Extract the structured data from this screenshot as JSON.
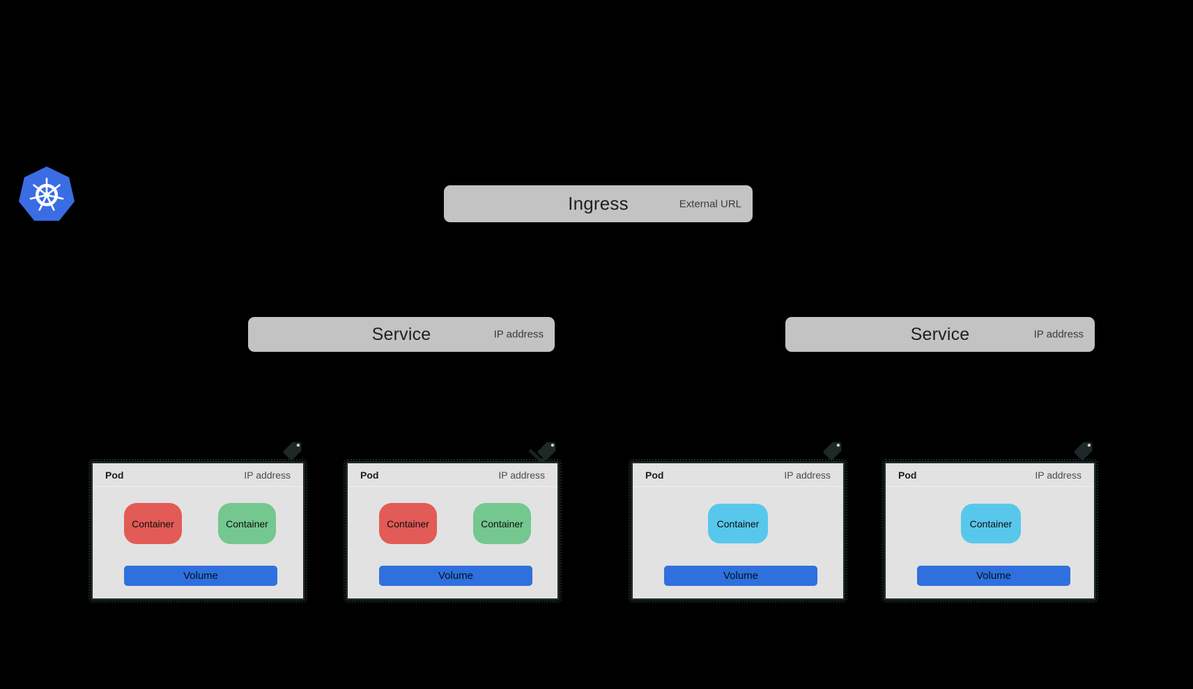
{
  "palette": {
    "background": "#000000",
    "box_gray": "#c3c3c3",
    "pod_background": "#e2e2e2",
    "pod_border": "#1d2726",
    "container_red": "#e25b56",
    "container_green": "#74c78f",
    "container_cyan": "#58c7ec",
    "volume_blue": "#2f70de",
    "kubernetes_blue": "#3a6de4"
  },
  "logo": {
    "name": "Kubernetes"
  },
  "ingress": {
    "title": "Ingress",
    "badge": "External URL"
  },
  "services": [
    {
      "title": "Service",
      "badge": "IP address"
    },
    {
      "title": "Service",
      "badge": "IP address"
    }
  ],
  "pods": [
    {
      "title": "Pod",
      "badge": "IP address",
      "containers": [
        {
          "label": "Container",
          "color": "#e25b56"
        },
        {
          "label": "Container",
          "color": "#74c78f"
        }
      ],
      "volume": {
        "label": "Volume",
        "color": "#2f70de"
      }
    },
    {
      "title": "Pod",
      "badge": "IP address",
      "containers": [
        {
          "label": "Container",
          "color": "#e25b56"
        },
        {
          "label": "Container",
          "color": "#74c78f"
        }
      ],
      "volume": {
        "label": "Volume",
        "color": "#2f70de"
      }
    },
    {
      "title": "Pod",
      "badge": "IP address",
      "containers": [
        {
          "label": "Container",
          "color": "#58c7ec"
        }
      ],
      "volume": {
        "label": "Volume",
        "color": "#2f70de"
      }
    },
    {
      "title": "Pod",
      "badge": "IP address",
      "containers": [
        {
          "label": "Container",
          "color": "#58c7ec"
        }
      ],
      "volume": {
        "label": "Volume",
        "color": "#2f70de"
      }
    }
  ]
}
